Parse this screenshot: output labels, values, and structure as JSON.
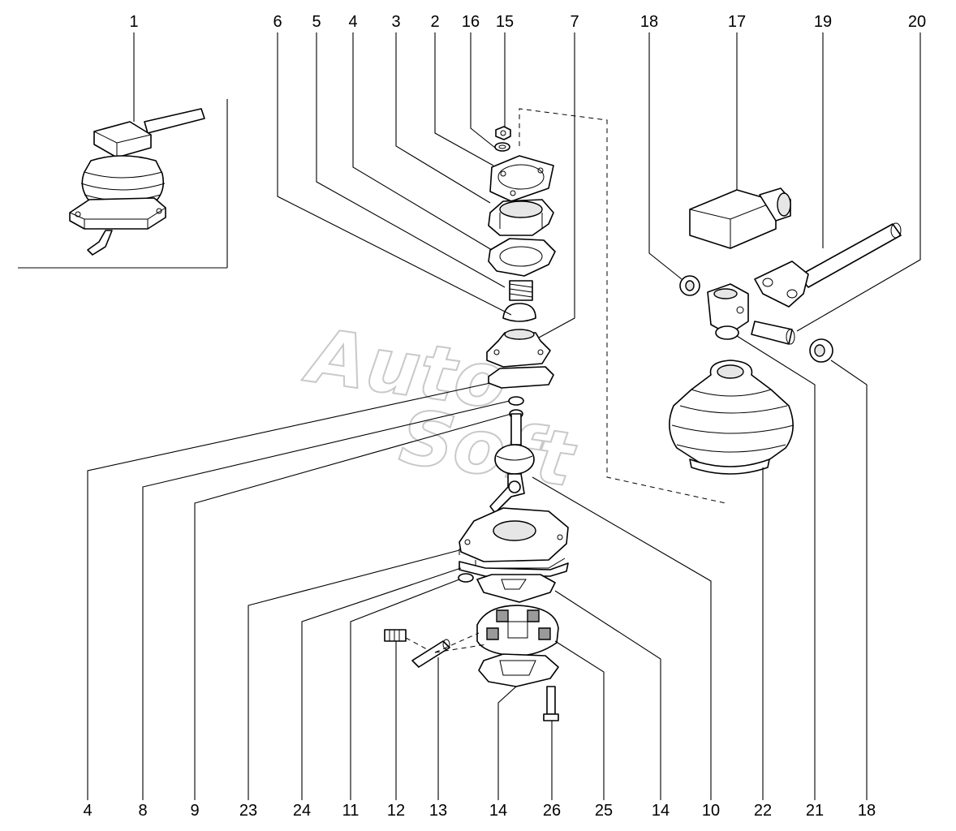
{
  "watermark": {
    "line1": "Auto",
    "line2": "Soft"
  },
  "labels_top": [
    "1",
    "6",
    "5",
    "4",
    "3",
    "2",
    "16",
    "15",
    "7",
    "18",
    "17",
    "19",
    "20"
  ],
  "labels_bottom": [
    "4",
    "8",
    "9",
    "23",
    "24",
    "11",
    "12",
    "13",
    "14",
    "26",
    "25",
    "14",
    "10",
    "22",
    "21",
    "18"
  ]
}
